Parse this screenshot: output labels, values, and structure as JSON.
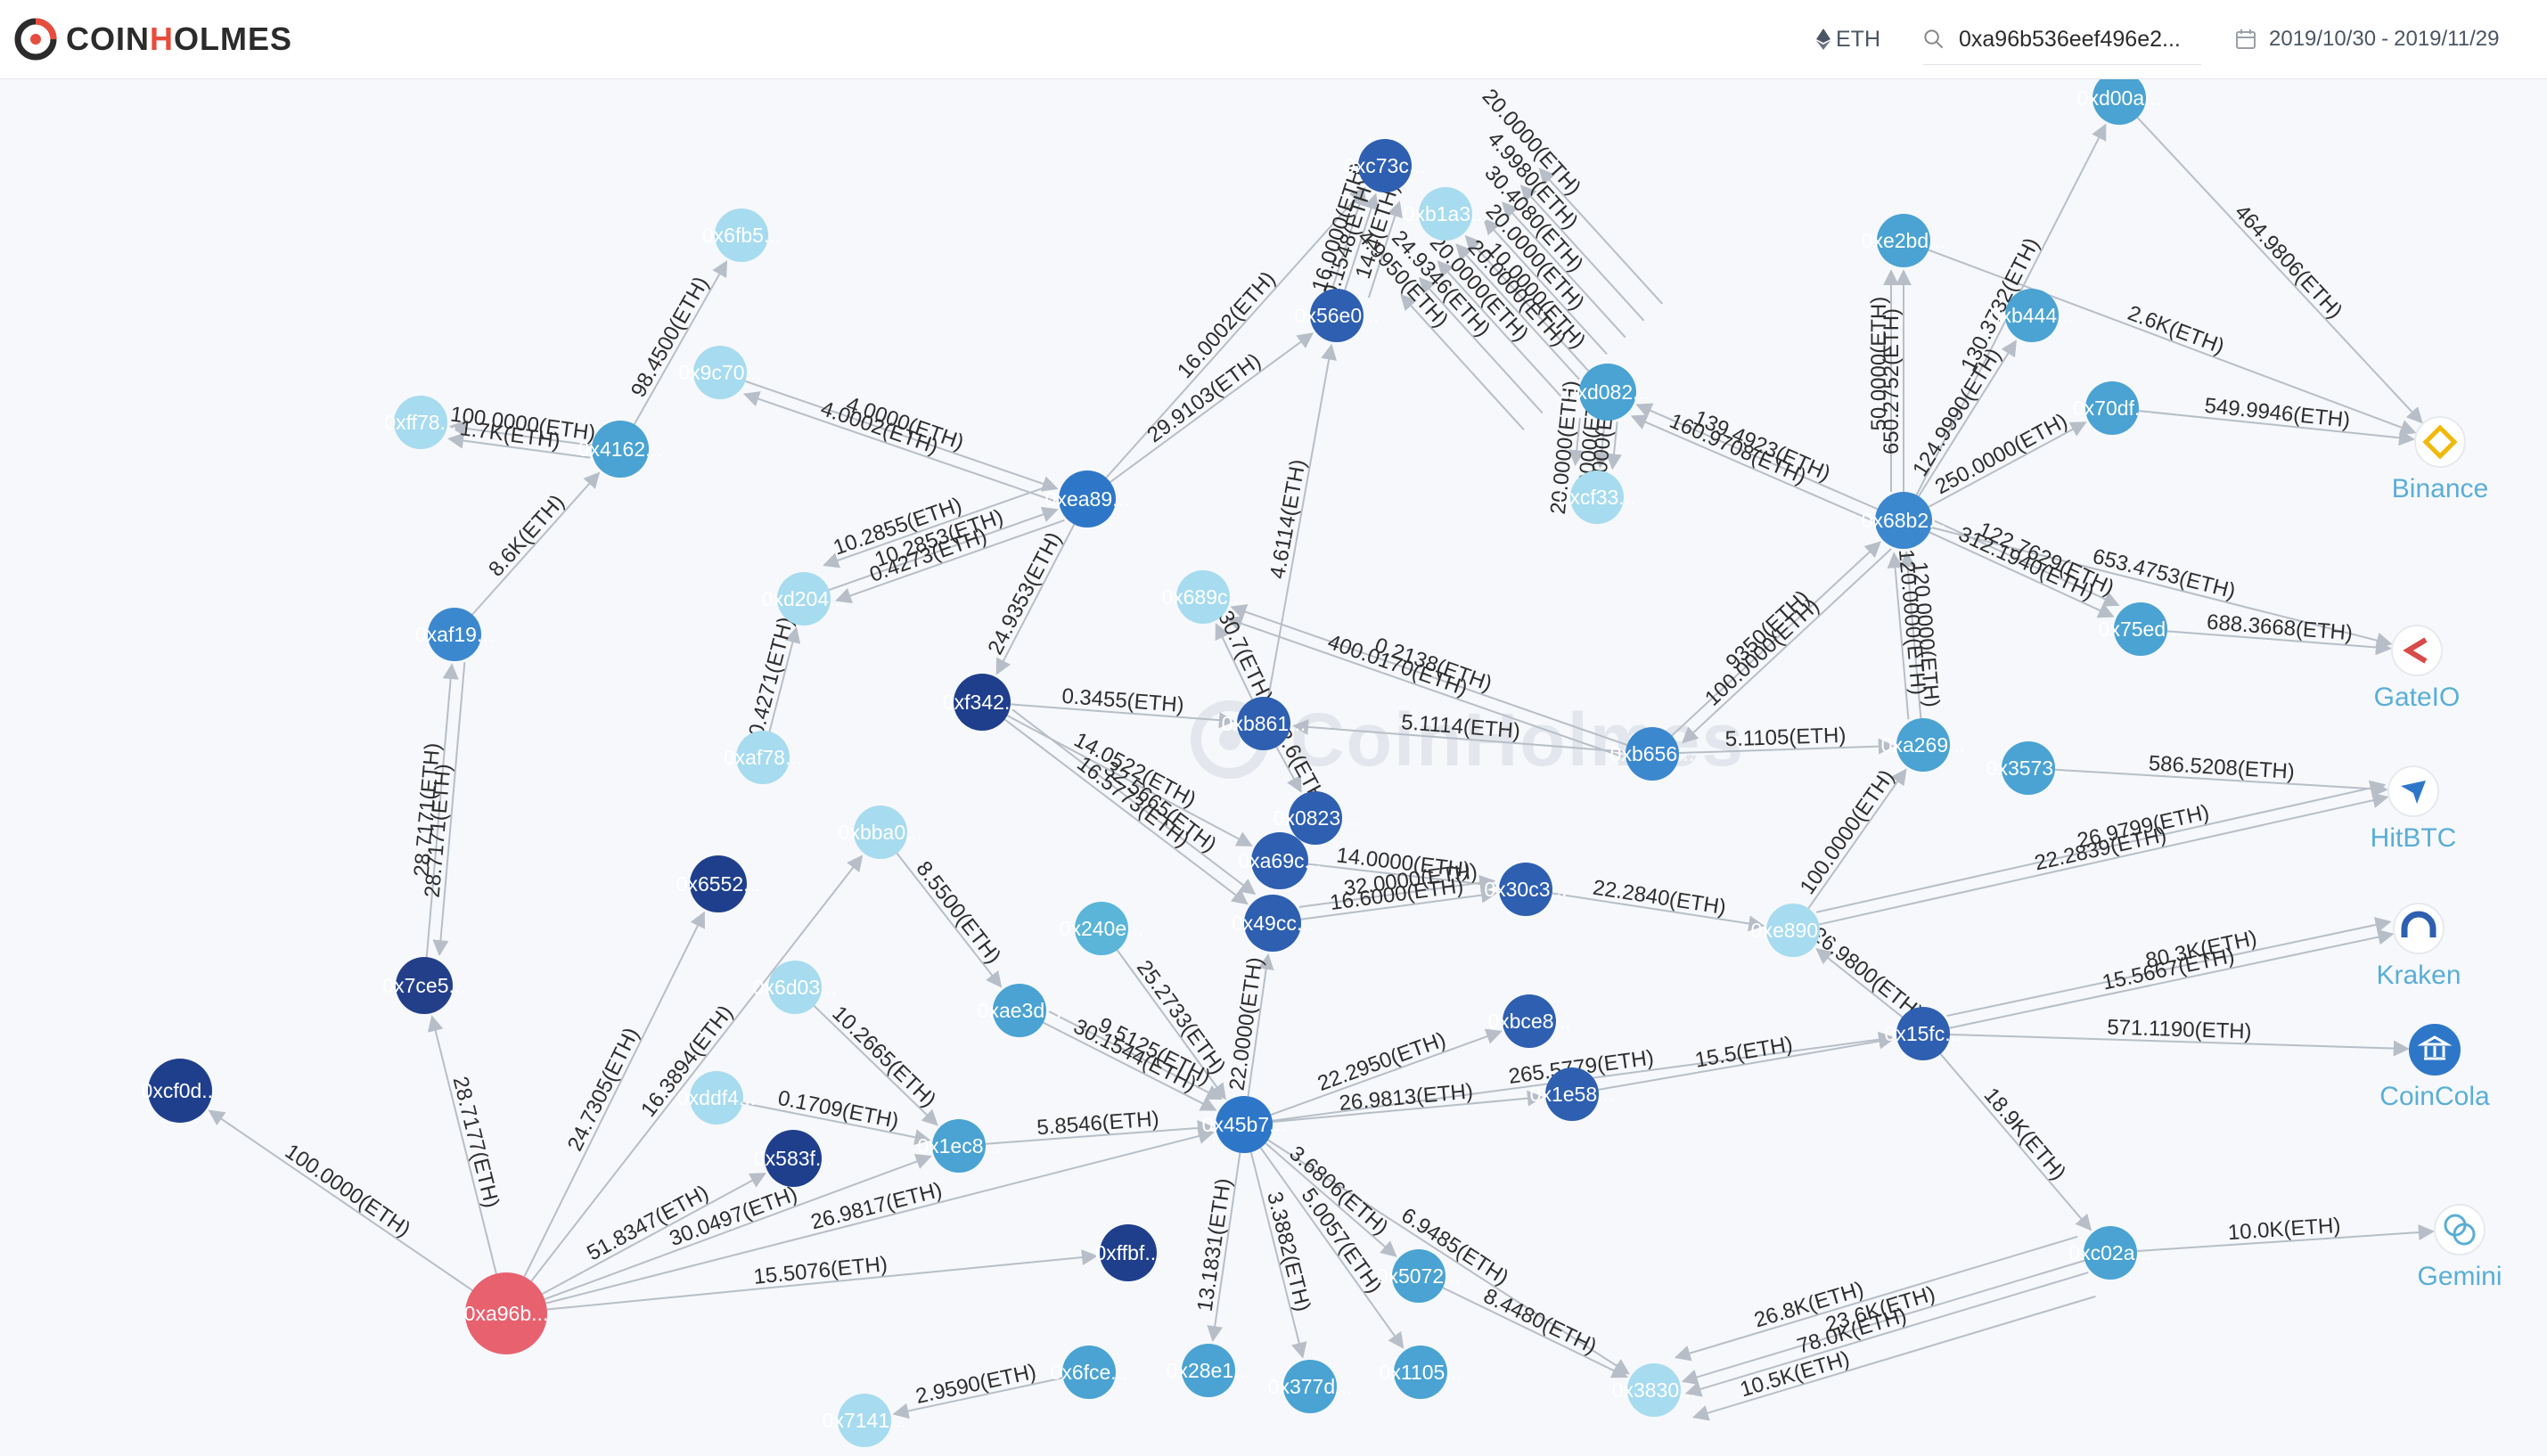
{
  "app": {
    "logo_text_before": "COIN",
    "logo_text_o": "H",
    "logo_text_after": "OLMES",
    "watermark": "CoinHolmes"
  },
  "toolbar": {
    "coin": "ETH",
    "coin_icon": "ethereum-icon",
    "search_value": "0xa96b536eef496e2...",
    "search_icon": "search-icon",
    "date_start": "2019/10/30",
    "date_sep": "-",
    "date_end": "2019/11/29",
    "calendar_icon": "calendar-icon"
  },
  "colors": {
    "background": "#f6f8fb",
    "edge": "#b8bec7",
    "source_node": "#e8616f",
    "dark_blue": "#1f3f8c",
    "mid_blue": "#2e77c8",
    "teal": "#4aaed7",
    "light_teal": "#9fd8ec",
    "exchange_label": "#5aaed6"
  },
  "nodes": [
    {
      "id": "0xa96b",
      "label": "0xa96b...",
      "kind": "source",
      "color": "#e8616f"
    },
    {
      "id": "0xcf0d",
      "label": "0xcf0d...",
      "color": "#1f3f8c"
    },
    {
      "id": "0x7ce5",
      "label": "0x7ce5...",
      "color": "#233f8a"
    },
    {
      "id": "0xaf19",
      "label": "0xaf19...",
      "color": "#3c88cf"
    },
    {
      "id": "0x4162",
      "label": "0x4162...",
      "color": "#4aa3d2"
    },
    {
      "id": "0xff78",
      "label": "0xff78...",
      "color": "#a7dbef"
    },
    {
      "id": "0x6fb5",
      "label": "0x6fb5...",
      "color": "#a7dbef"
    },
    {
      "id": "0x9c70",
      "label": "0x9c70...",
      "color": "#a7dbef"
    },
    {
      "id": "0x6552",
      "label": "0x6552...",
      "color": "#1f3f8c"
    },
    {
      "id": "0xd204",
      "label": "0xd204...",
      "color": "#a7dbef"
    },
    {
      "id": "0xaf78",
      "label": "0xaf78...",
      "color": "#a7dbef"
    },
    {
      "id": "0xea89",
      "label": "0xea89...",
      "color": "#2e77c8"
    },
    {
      "id": "0xf342",
      "label": "0xf342...",
      "color": "#1f3f8c"
    },
    {
      "id": "0xbba0",
      "label": "0xbba0...",
      "color": "#a7dbef"
    },
    {
      "id": "0x6d03",
      "label": "0x6d03...",
      "color": "#a7dbef"
    },
    {
      "id": "0xddf4",
      "label": "0xddf4...",
      "color": "#a7dbef"
    },
    {
      "id": "0x583f",
      "label": "0x583f...",
      "color": "#1f3f8c"
    },
    {
      "id": "0x1ec8",
      "label": "0x1ec8...",
      "color": "#4aa3d2"
    },
    {
      "id": "0xae3d",
      "label": "0xae3d...",
      "color": "#4aa3d2"
    },
    {
      "id": "0x240e",
      "label": "0x240e...",
      "color": "#5ab5d9"
    },
    {
      "id": "0xffbf",
      "label": "0xffbf...",
      "color": "#1f3f8c"
    },
    {
      "id": "0x6fce",
      "label": "0x6fce...",
      "color": "#4aa3d2"
    },
    {
      "id": "0x7141",
      "label": "0x7141...",
      "color": "#a7dbef"
    },
    {
      "id": "0x28e1",
      "label": "0x28e1...",
      "color": "#4aa3d2"
    },
    {
      "id": "0x377d",
      "label": "0x377d...",
      "color": "#4aa3d2"
    },
    {
      "id": "0x1105",
      "label": "0x1105...",
      "color": "#4aa3d2"
    },
    {
      "id": "0x5072",
      "label": "0x5072...",
      "color": "#4aa3d2"
    },
    {
      "id": "0x3830",
      "label": "0x3830...",
      "color": "#a7dbef"
    },
    {
      "id": "0x45b7",
      "label": "0x45b7...",
      "color": "#2e77c8"
    },
    {
      "id": "0xbce8",
      "label": "0xbce8...",
      "color": "#2e5fb0"
    },
    {
      "id": "0x1e58",
      "label": "0x1e58...",
      "color": "#2e5fb0"
    },
    {
      "id": "0x15fc",
      "label": "0x15fc...",
      "color": "#2e5fb0"
    },
    {
      "id": "0xe890",
      "label": "0xe890...",
      "color": "#a7dbef"
    },
    {
      "id": "0x49cc",
      "label": "0x49cc...",
      "color": "#2e5fb0"
    },
    {
      "id": "0xa69c",
      "label": "0xa69c...",
      "color": "#2e5fb0"
    },
    {
      "id": "0x0823",
      "label": "0x0823...",
      "color": "#2e5fb0"
    },
    {
      "id": "0xb861",
      "label": "0xb861...",
      "color": "#2e5fb0"
    },
    {
      "id": "0x30c3",
      "label": "0x30c3...",
      "color": "#2e5fb0"
    },
    {
      "id": "0x689c",
      "label": "0x689c...",
      "color": "#a7dbef"
    },
    {
      "id": "0x56e0",
      "label": "0x56e0...",
      "color": "#2e5fb0"
    },
    {
      "id": "0xc73c",
      "label": "0xc73c...",
      "color": "#2e5fb0"
    },
    {
      "id": "0xb1a3",
      "label": "0xb1a3...",
      "color": "#a7dbef"
    },
    {
      "id": "0xd082",
      "label": "0xd082...",
      "color": "#4aa3d2"
    },
    {
      "id": "0xcf33",
      "label": "0xcf33...",
      "color": "#a7dbef"
    },
    {
      "id": "0xb656",
      "label": "0xb656...",
      "color": "#3c88cf"
    },
    {
      "id": "0x68b2",
      "label": "0x68b2...",
      "color": "#3c88cf"
    },
    {
      "id": "0xe2bd",
      "label": "0xe2bd...",
      "color": "#4aa3d2"
    },
    {
      "id": "0xd00a",
      "label": "0xd00a...",
      "color": "#4aa3d2"
    },
    {
      "id": "0xb444",
      "label": "0xb444...",
      "color": "#4aa3d2"
    },
    {
      "id": "0x70df",
      "label": "0x70df...",
      "color": "#4aa3d2"
    },
    {
      "id": "0x75ed",
      "label": "0x75ed...",
      "color": "#4aa3d2"
    },
    {
      "id": "0xa269",
      "label": "0xa269...",
      "color": "#4aa3d2"
    },
    {
      "id": "0x3573",
      "label": "0x3573...",
      "color": "#4aa3d2"
    },
    {
      "id": "0xc02a",
      "label": "0xc02a...",
      "color": "#4aa3d2"
    }
  ],
  "exchanges": [
    {
      "id": "binance",
      "label": "Binance",
      "icon": "binance-icon",
      "color": "#f0b90b"
    },
    {
      "id": "gateio",
      "label": "GateIO",
      "icon": "gateio-icon",
      "color": "#d94a4a"
    },
    {
      "id": "hitbtc",
      "label": "HitBTC",
      "icon": "hitbtc-icon",
      "color": "#2e77c8"
    },
    {
      "id": "kraken",
      "label": "Kraken",
      "icon": "kraken-icon",
      "color": "#2e5fb0"
    },
    {
      "id": "coincola",
      "label": "CoinCola",
      "icon": "coincola-icon",
      "color": "#2e77c8"
    },
    {
      "id": "gemini",
      "label": "Gemini",
      "icon": "gemini-icon",
      "color": "#5aaed6"
    }
  ],
  "edges": [
    {
      "from": "0xa96b",
      "to": "0xcf0d",
      "label": "100.0000(ETH)"
    },
    {
      "from": "0xa96b",
      "to": "0x7ce5",
      "label": "28.7177(ETH)"
    },
    {
      "from": "0xa96b",
      "to": "0x6552",
      "label": "24.7305(ETH)"
    },
    {
      "from": "0xa96b",
      "to": "0xbba0",
      "label": "16.3894(ETH)"
    },
    {
      "from": "0xa96b",
      "to": "0x1ec8",
      "label": "30.0497(ETH)"
    },
    {
      "from": "0xa96b",
      "to": "0x45b7",
      "label": "26.9817(ETH)"
    },
    {
      "from": "0xa96b",
      "to": "0xffbf",
      "label": "15.5076(ETH)"
    },
    {
      "from": "0xa96b",
      "to": "0x583f",
      "label": "51.8347(ETH)"
    },
    {
      "from": "0x7ce5",
      "to": "0xaf19",
      "label": "28.7171(ETH)"
    },
    {
      "from": "0xaf19",
      "to": "0x4162",
      "label": "8.6K(ETH)"
    },
    {
      "from": "0xaf19",
      "to": "0x7ce5",
      "label": "28.7171(ETH)"
    },
    {
      "from": "0x4162",
      "to": "0xff78",
      "label": "100.0000(ETH)"
    },
    {
      "from": "0x4162",
      "to": "0x6fb5",
      "label": "98.4500(ETH)"
    },
    {
      "from": "0x4162",
      "to": "0xff78",
      "label": "1.7K(ETH)"
    },
    {
      "from": "0x9c70",
      "to": "0xea89",
      "label": "4.0000(ETH)"
    },
    {
      "from": "0xd204",
      "to": "0xea89",
      "label": "10.2853(ETH)"
    },
    {
      "from": "0xaf78",
      "to": "0xd204",
      "label": "0.4271(ETH)"
    },
    {
      "from": "0xea89",
      "to": "0xd204",
      "label": "0.4273(ETH)"
    },
    {
      "from": "0xea89",
      "to": "0xd204",
      "label": "10.2855(ETH)"
    },
    {
      "from": "0xea89",
      "to": "0x9c70",
      "label": "4.0002(ETH)"
    },
    {
      "from": "0xea89",
      "to": "0x56e0",
      "label": "29.9103(ETH)"
    },
    {
      "from": "0xea89",
      "to": "0xf342",
      "label": "24.9353(ETH)"
    },
    {
      "from": "0xea89",
      "to": "0xc73c",
      "label": "16.0002(ETH)"
    },
    {
      "from": "0xf342",
      "to": "0xb861",
      "label": "0.3455(ETH)"
    },
    {
      "from": "0xf342",
      "to": "0xa69c",
      "label": "14.0522(ETH)"
    },
    {
      "from": "0xf342",
      "to": "0x49cc",
      "label": "16.5773(ETH)"
    },
    {
      "from": "0xf342",
      "to": "0x49cc",
      "label": "32.5665(ETH)"
    },
    {
      "from": "0xbba0",
      "to": "0xae3d",
      "label": "8.5500(ETH)"
    },
    {
      "from": "0x6d03",
      "to": "0x1ec8",
      "label": "10.2665(ETH)"
    },
    {
      "from": "0xddf4",
      "to": "0x1ec8",
      "label": "0.1709(ETH)"
    },
    {
      "from": "0x1ec8",
      "to": "0x45b7",
      "label": "5.8546(ETH)"
    },
    {
      "from": "0xae3d",
      "to": "0x45b7",
      "label": "30.1544(ETH)"
    },
    {
      "from": "0xae3d",
      "to": "0x45b7",
      "label": "9.5125(ETH)"
    },
    {
      "from": "0x240e",
      "to": "0x45b7",
      "label": "25.2733(ETH)"
    },
    {
      "from": "0x6fce",
      "to": "0x7141",
      "label": "2.9590(ETH)"
    },
    {
      "from": "0x45b7",
      "to": "0x28e1",
      "label": "13.1831(ETH)"
    },
    {
      "from": "0x45b7",
      "to": "0x377d",
      "label": "3.3882(ETH)"
    },
    {
      "from": "0x45b7",
      "to": "0x1105",
      "label": "5.0057(ETH)"
    },
    {
      "from": "0x45b7",
      "to": "0x5072",
      "label": "3.6806(ETH)"
    },
    {
      "from": "0x45b7",
      "to": "0x3830",
      "label": "6.9485(ETH)"
    },
    {
      "from": "0x45b7",
      "to": "0xbce8",
      "label": "22.2950(ETH)"
    },
    {
      "from": "0x45b7",
      "to": "0x1e58",
      "label": "26.9813(ETH)"
    },
    {
      "from": "0x45b7",
      "to": "0x15fc",
      "label": "265.5779(ETH)"
    },
    {
      "from": "0x45b7",
      "to": "0x49cc",
      "label": "22.0000(ETH)"
    },
    {
      "from": "0x5072",
      "to": "0x3830",
      "label": "8.4480(ETH)"
    },
    {
      "from": "0x49cc",
      "to": "0x30c3",
      "label": "16.6000(ETH)"
    },
    {
      "from": "0x49cc",
      "to": "0x30c3",
      "label": "32.0000(ETH)"
    },
    {
      "from": "0xa69c",
      "to": "0x30c3",
      "label": "14.0000(ETH)"
    },
    {
      "from": "0xb861",
      "to": "0x689c",
      "label": "30.7(ETH)"
    },
    {
      "from": "0xb861",
      "to": "0x56e0",
      "label": "4.6114(ETH)"
    },
    {
      "from": "0xb861",
      "to": "0x0823",
      "label": "32.6(ETH)"
    },
    {
      "from": "0xb656",
      "to": "0xb861",
      "label": "5.1114(ETH)"
    },
    {
      "from": "0xb656",
      "to": "0x689c",
      "label": "0.2138(ETH)"
    },
    {
      "from": "0xb656",
      "to": "0x689c",
      "label": "400.0170(ETH)"
    },
    {
      "from": "0xb656",
      "to": "0xa269",
      "label": "5.1105(ETH)"
    },
    {
      "from": "0xb656",
      "to": "0x68b2",
      "label": "9350(ETH)"
    },
    {
      "from": "0x30c3",
      "to": "0xe890",
      "label": "22.2840(ETH)"
    },
    {
      "from": "0xe890",
      "to": "0xa269",
      "label": "100.0000(ETH)"
    },
    {
      "from": "0x1e58",
      "to": "0x15fc",
      "label": "15.5(ETH)"
    },
    {
      "from": "0x15fc",
      "to": "0xe890",
      "label": "26.9800(ETH)"
    },
    {
      "from": "0x15fc",
      "to": "kraken",
      "label": "15.5667(ETH)"
    },
    {
      "from": "0x15fc",
      "to": "kraken",
      "label": "80.3K(ETH)"
    },
    {
      "from": "0xe890",
      "to": "hitbtc",
      "label": "22.2839(ETH)"
    },
    {
      "from": "0xe890",
      "to": "hitbtc",
      "label": "26.9799(ETH)"
    },
    {
      "from": "0x3573",
      "to": "hitbtc",
      "label": "586.5208(ETH)"
    },
    {
      "from": "0x15fc",
      "to": "coincola",
      "label": "571.1190(ETH)"
    },
    {
      "from": "0x15fc",
      "to": "0xc02a",
      "label": "18.9K(ETH)"
    },
    {
      "from": "0xc02a",
      "to": "gemini",
      "label": "10.0K(ETH)"
    },
    {
      "from": "0xc02a",
      "to": "0x3830",
      "label": "23.6K(ETH)"
    },
    {
      "from": "0xc02a",
      "to": "0x3830",
      "label": "78.0K(ETH)"
    },
    {
      "from": "0xc02a",
      "to": "0x3830",
      "label": "26.8K(ETH)"
    },
    {
      "from": "0xc02a",
      "to": "0x3830",
      "label": "10.5K(ETH)"
    },
    {
      "from": "0xa269",
      "to": "0x68b2",
      "label": "120.0000(ETH)"
    },
    {
      "from": "0xa269",
      "to": "0x68b2",
      "label": "120.0000(ETH)"
    },
    {
      "from": "0x68b2",
      "to": "0x75ed",
      "label": "312.1940(ETH)"
    },
    {
      "from": "0x68b2",
      "to": "0x75ed",
      "label": "122.7629(ETH)"
    },
    {
      "from": "0x75ed",
      "to": "gateio",
      "label": "688.3668(ETH)"
    },
    {
      "from": "0x68b2",
      "to": "gateio",
      "label": "653.4753(ETH)"
    },
    {
      "from": "0x68b2",
      "to": "0x70df",
      "label": "250.0000(ETH)"
    },
    {
      "from": "0x70df",
      "to": "binance",
      "label": "549.9946(ETH)"
    },
    {
      "from": "0x68b2",
      "to": "0xb444",
      "label": "124.9990(ETH)"
    },
    {
      "from": "0x68b2",
      "to": "0xe2bd",
      "label": "650.2752(ETH)"
    },
    {
      "from": "0x68b2",
      "to": "0xd082",
      "label": "139.4923(ETH)"
    },
    {
      "from": "0x68b2",
      "to": "0xd082",
      "label": "160.9708(ETH)"
    },
    {
      "from": "0x68b2",
      "to": "0xd00a",
      "label": "130.3732(ETH)"
    },
    {
      "from": "0xd00a",
      "to": "binance",
      "label": "464.9806(ETH)"
    },
    {
      "from": "0xe2bd",
      "to": "binance",
      "label": "2.6K(ETH)"
    },
    {
      "from": "0xd082",
      "to": "0xcf33",
      "label": "5.0000(ETH)"
    },
    {
      "from": "0xd082",
      "to": "0xcf33",
      "label": "10.0000(ETH)"
    },
    {
      "from": "0xd082",
      "to": "0xb1a3",
      "label": "10.0000(ETH)"
    },
    {
      "from": "0xd082",
      "to": "0xcf33",
      "label": "20.0000(ETH)"
    },
    {
      "from": "0xd082",
      "to": "0xb1a3",
      "label": "20.0000(ETH)"
    },
    {
      "from": "0xd082",
      "to": "0xb1a3",
      "label": "20.0000(ETH)"
    },
    {
      "from": "0xd082",
      "to": "0xb1a3",
      "label": "20.0000(ETH)"
    },
    {
      "from": "0xd082",
      "to": "0xb1a3",
      "label": "30.4080(ETH)"
    },
    {
      "from": "0xd082",
      "to": "0xb1a3",
      "label": "24.9346(ETH)"
    },
    {
      "from": "0xd082",
      "to": "0xb1a3",
      "label": "4.9980(ETH)"
    },
    {
      "from": "0xd082",
      "to": "0xb1a3",
      "label": "4.9950(ETH)"
    },
    {
      "from": "0xd082",
      "to": "0xb1a3",
      "label": "20.0000(ETH)"
    },
    {
      "from": "0x68b2",
      "to": "0xe2bd",
      "label": "50.0000(ETH)"
    },
    {
      "from": "0x68b2",
      "to": "0xb656",
      "label": "100.0000(ETH)"
    },
    {
      "from": "0x56e0",
      "to": "0xc73c",
      "label": "0.1548(ETH)"
    },
    {
      "from": "0x56e0",
      "to": "0xc73c",
      "label": "16.0000(ETH)"
    },
    {
      "from": "0x56e0",
      "to": "0xc73c",
      "label": "14.4(ETH)"
    }
  ]
}
